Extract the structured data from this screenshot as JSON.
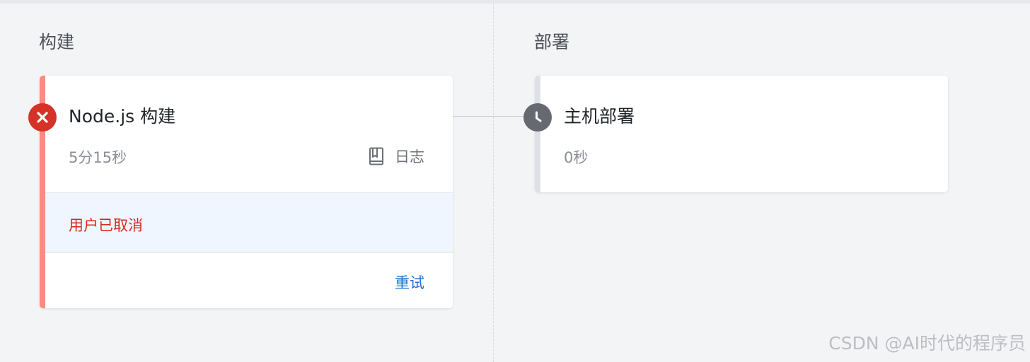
{
  "stages": {
    "build": {
      "title": "构建",
      "job": {
        "name": "Node.js 构建",
        "duration": "5分15秒",
        "log_label": "日志",
        "status_message": "用户已取消",
        "retry_label": "重试",
        "status": "failed",
        "accent_color": "#f58d83",
        "status_icon": "close-icon"
      }
    },
    "deploy": {
      "title": "部署",
      "job": {
        "name": "主机部署",
        "duration": "0秒",
        "status": "pending",
        "accent_color": "#dde1e7",
        "status_icon": "clock-icon"
      }
    }
  },
  "watermark": "CSDN @AI时代的程序员",
  "colors": {
    "error": "#d63328",
    "link": "#1d6fd0",
    "pending": "#666a70",
    "highlight_bg": "#eff6ff"
  }
}
